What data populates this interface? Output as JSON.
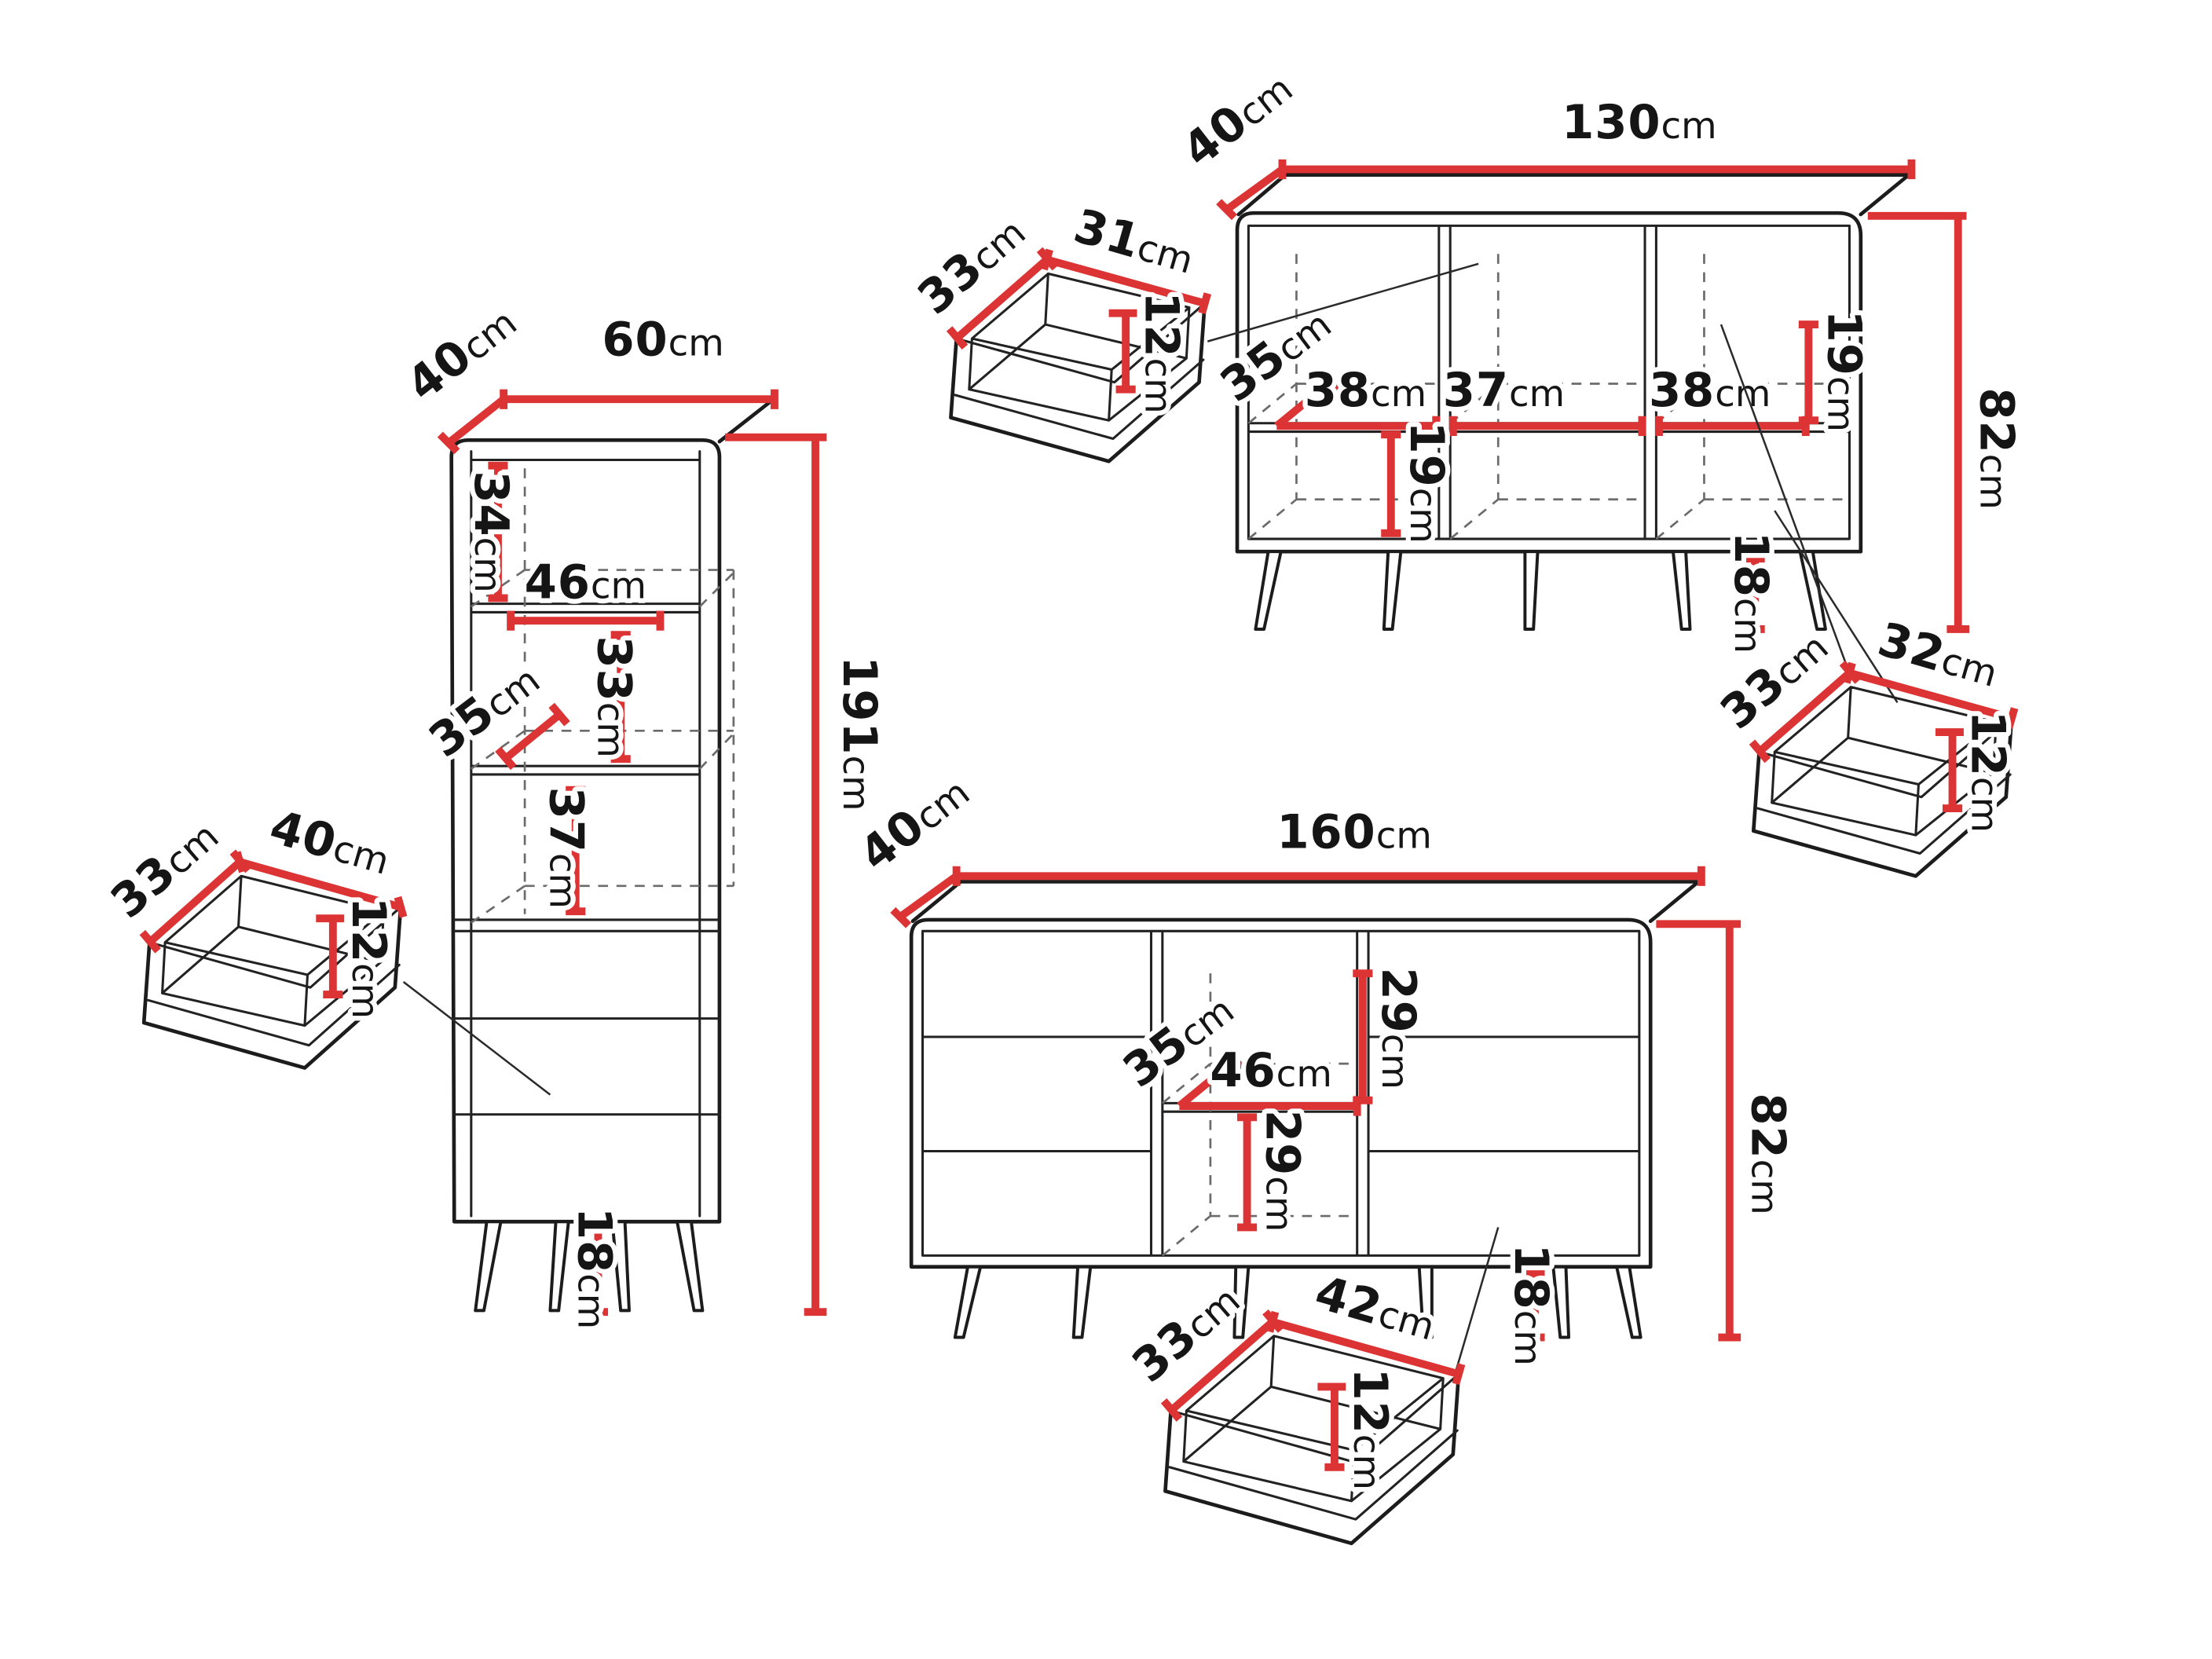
{
  "unit": "cm",
  "tall_cabinet": {
    "depth": "40",
    "width": "60",
    "height": "191",
    "top_section_height": "34",
    "inner_width": "46",
    "middle_section_height": "33",
    "shelf_depth": "35",
    "lower_section_height": "37",
    "leg_height": "18"
  },
  "drawer_box_40": {
    "depth": "33",
    "width": "40",
    "height": "12"
  },
  "drawer_box_31": {
    "depth": "33",
    "width": "31",
    "height": "12"
  },
  "drawer_box_32": {
    "depth": "33",
    "width": "32",
    "height": "12"
  },
  "drawer_box_42": {
    "depth": "33",
    "width": "42",
    "height": "12"
  },
  "sideboard_130": {
    "depth": "40",
    "width": "130",
    "height": "82",
    "shelf_depth": "35",
    "compartment_width_left": "38",
    "compartment_width_middle": "37",
    "compartment_width_right": "38",
    "compartment_height_left": "19",
    "compartment_height_right": "19",
    "leg_height": "18"
  },
  "sideboard_160": {
    "depth": "40",
    "width": "160",
    "height": "82",
    "shelf_depth": "35",
    "inner_width": "46",
    "upper_compartment_height": "29",
    "lower_compartment_height": "29",
    "leg_height": "18"
  }
}
